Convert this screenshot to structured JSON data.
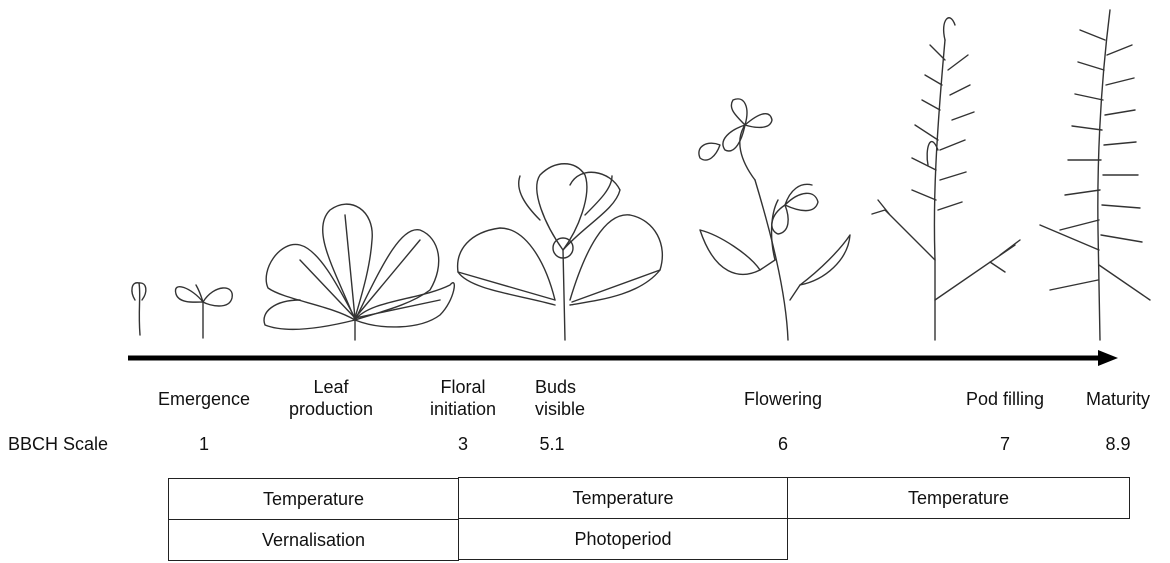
{
  "stages": [
    {
      "name_lines": [
        "Emergence"
      ],
      "bbch": "1"
    },
    {
      "name_lines": [
        "Leaf",
        "production"
      ],
      "bbch": ""
    },
    {
      "name_lines": [
        "Floral",
        "initiation"
      ],
      "bbch": "3"
    },
    {
      "name_lines": [
        "Buds",
        "visible"
      ],
      "bbch": "5.1"
    },
    {
      "name_lines": [
        "Flowering"
      ],
      "bbch": "6"
    },
    {
      "name_lines": [
        "Pod filling"
      ],
      "bbch": "7"
    },
    {
      "name_lines": [
        "Maturity"
      ],
      "bbch": "8.9"
    }
  ],
  "scale_label": "BBCH Scale",
  "factors": {
    "row1": [
      "Temperature",
      "Temperature",
      "Temperature"
    ],
    "row2": [
      "Vernalisation",
      "Photoperiod"
    ]
  },
  "illustrations": [
    "seedling",
    "seedling-cotyledons",
    "leaf-rosette",
    "bolting-rosette",
    "flowering-branch",
    "pod-filling-stem",
    "mature-pod-stem"
  ]
}
